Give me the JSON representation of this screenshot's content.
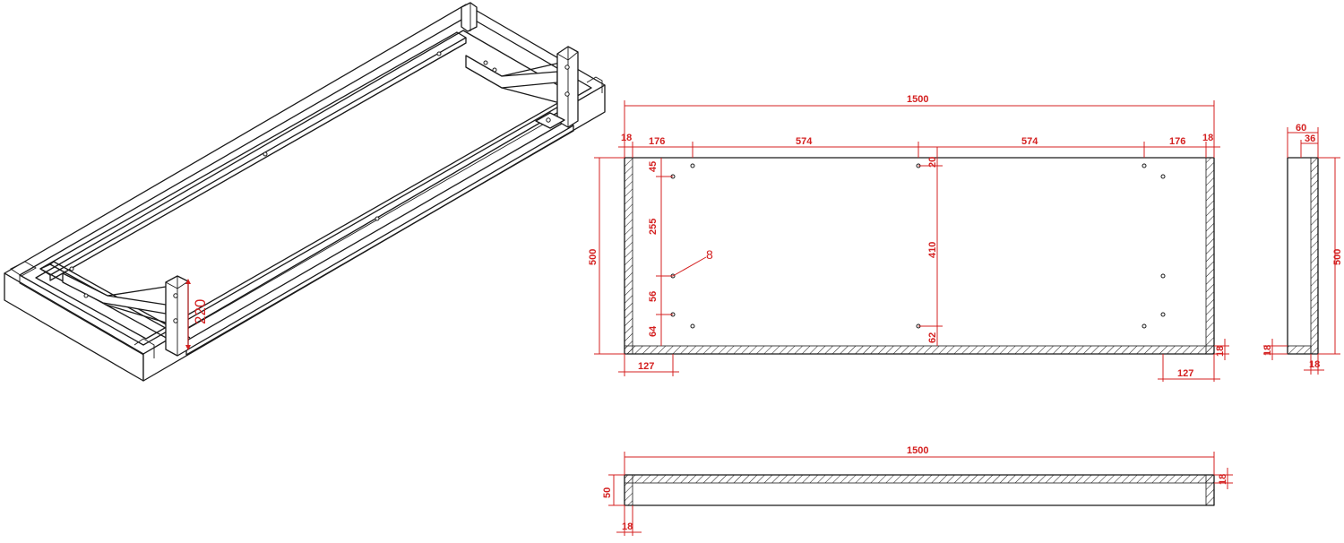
{
  "colors": {
    "ink": "#1a1a1a",
    "dimension": "#d42020",
    "background": "#ffffff"
  },
  "iso": {
    "leg_height": "220"
  },
  "plan": {
    "overall_width": "1500",
    "segment_left_edge": "18",
    "segment_left_end": "176",
    "segment_mid_left": "574",
    "segment_mid_right": "574",
    "segment_right_end": "176",
    "segment_right_edge": "18",
    "depth": "500",
    "hole_top": "45",
    "hole_span_upper": "255",
    "hole_span_lower": "56",
    "hole_bottom": "64",
    "hole_dia": "8",
    "center_top": "20",
    "center_span": "410",
    "center_bottom": "62",
    "bottom_left": "127",
    "bottom_right": "127",
    "bottom_edge": "18"
  },
  "side": {
    "top_total": "60",
    "top_inner": "36",
    "height": "500",
    "bottom_left": "18",
    "bottom_right": "18"
  },
  "front": {
    "width": "1500",
    "height": "50",
    "edge_right": "18",
    "edge_bottom": "18"
  }
}
